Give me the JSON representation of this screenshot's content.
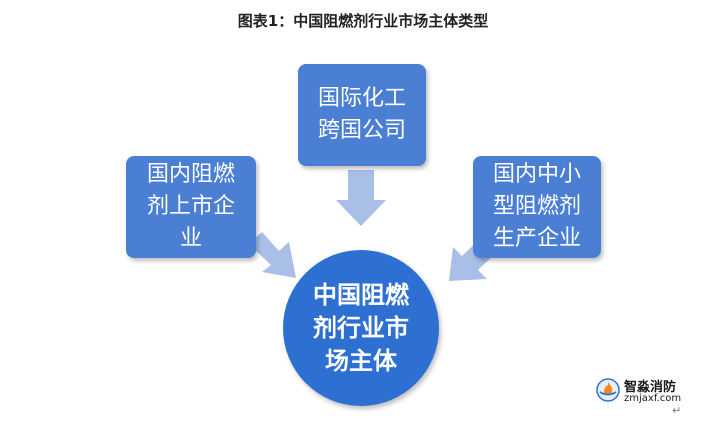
{
  "title": "图表1：中国阻燃剂行业市场主体类型",
  "nodes": {
    "top": "国际化工\n跨国公司",
    "left": "国内阻燃\n剂上市企\n业",
    "right": "国内中小\n型阻燃剂\n生产企业",
    "center": "中国阻燃\n剂行业市\n场主体"
  },
  "colors": {
    "box": "#4a7fd4",
    "circle": "#2e6fd2",
    "arrow": "#a9bfe8"
  },
  "logo": {
    "brand": "智淼消防",
    "url": "zmjaxf.com"
  },
  "return_mark": "↵"
}
